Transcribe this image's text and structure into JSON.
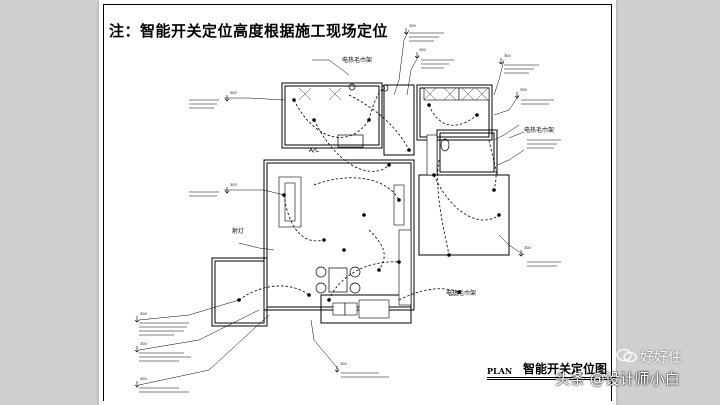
{
  "drawing": {
    "title": "注：智能开关定位高度根据施工现场定位",
    "plan_word": "PLAN",
    "plan_name": "智能开关定位图",
    "callout_mark": "300",
    "room_labels": {
      "ac": "A/C",
      "lamp": "射灯",
      "elec_top": "电热毛巾架",
      "elec_right": "电热毛巾架",
      "elec_bottom": "电热毛巾架"
    }
  },
  "watermark": {
    "text": "头条 @设计师小白",
    "secondary": "好好住"
  }
}
